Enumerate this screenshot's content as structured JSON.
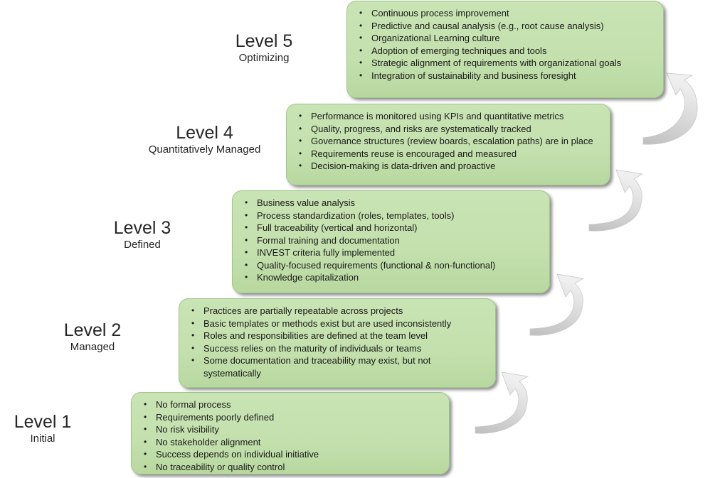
{
  "levels": [
    {
      "title": "Level 1",
      "subtitle": "Initial",
      "items": [
        "No formal process",
        "Requirements poorly defined",
        "No risk visibility",
        "No stakeholder alignment",
        "Success depends on individual initiative",
        "No traceability or quality control"
      ]
    },
    {
      "title": "Level 2",
      "subtitle": "Managed",
      "items": [
        "Practices are partially repeatable across projects",
        "Basic templates or methods exist but are used inconsistently",
        "Roles and responsibilities are defined at the team level",
        "Success relies on the maturity of individuals or teams",
        "Some documentation and traceability may exist, but not systematically"
      ]
    },
    {
      "title": "Level 3",
      "subtitle": "Defined",
      "items": [
        "Business value analysis",
        "Process standardization (roles, templates, tools)",
        "Full traceability (vertical and horizontal)",
        "Formal training and documentation",
        "INVEST criteria fully implemented",
        "Quality-focused requirements (functional & non-functional)",
        "Knowledge capitalization"
      ]
    },
    {
      "title": "Level 4",
      "subtitle": "Quantitatively Managed",
      "items": [
        "Performance is monitored using KPIs and quantitative metrics",
        "Quality, progress, and risks are systematically tracked",
        "Governance structures (review boards, escalation paths) are in place",
        "Requirements reuse is encouraged and measured",
        "Decision-making is data-driven and proactive"
      ]
    },
    {
      "title": "Level 5",
      "subtitle": "Optimizing",
      "items": [
        "Continuous process improvement",
        "Predictive and causal analysis (e.g., root cause analysis)",
        "Organizational Learning culture",
        "Adoption of emerging techniques and tools",
        "Strategic alignment of requirements with organizational goals",
        "Integration of sustainability and business foresight"
      ]
    }
  ],
  "bullet_char": "•",
  "colors": {
    "box_fill": "#c3e0ad",
    "box_border": "#9fc58a",
    "arrow": "#d0d0d0",
    "label_text": "#262626"
  }
}
